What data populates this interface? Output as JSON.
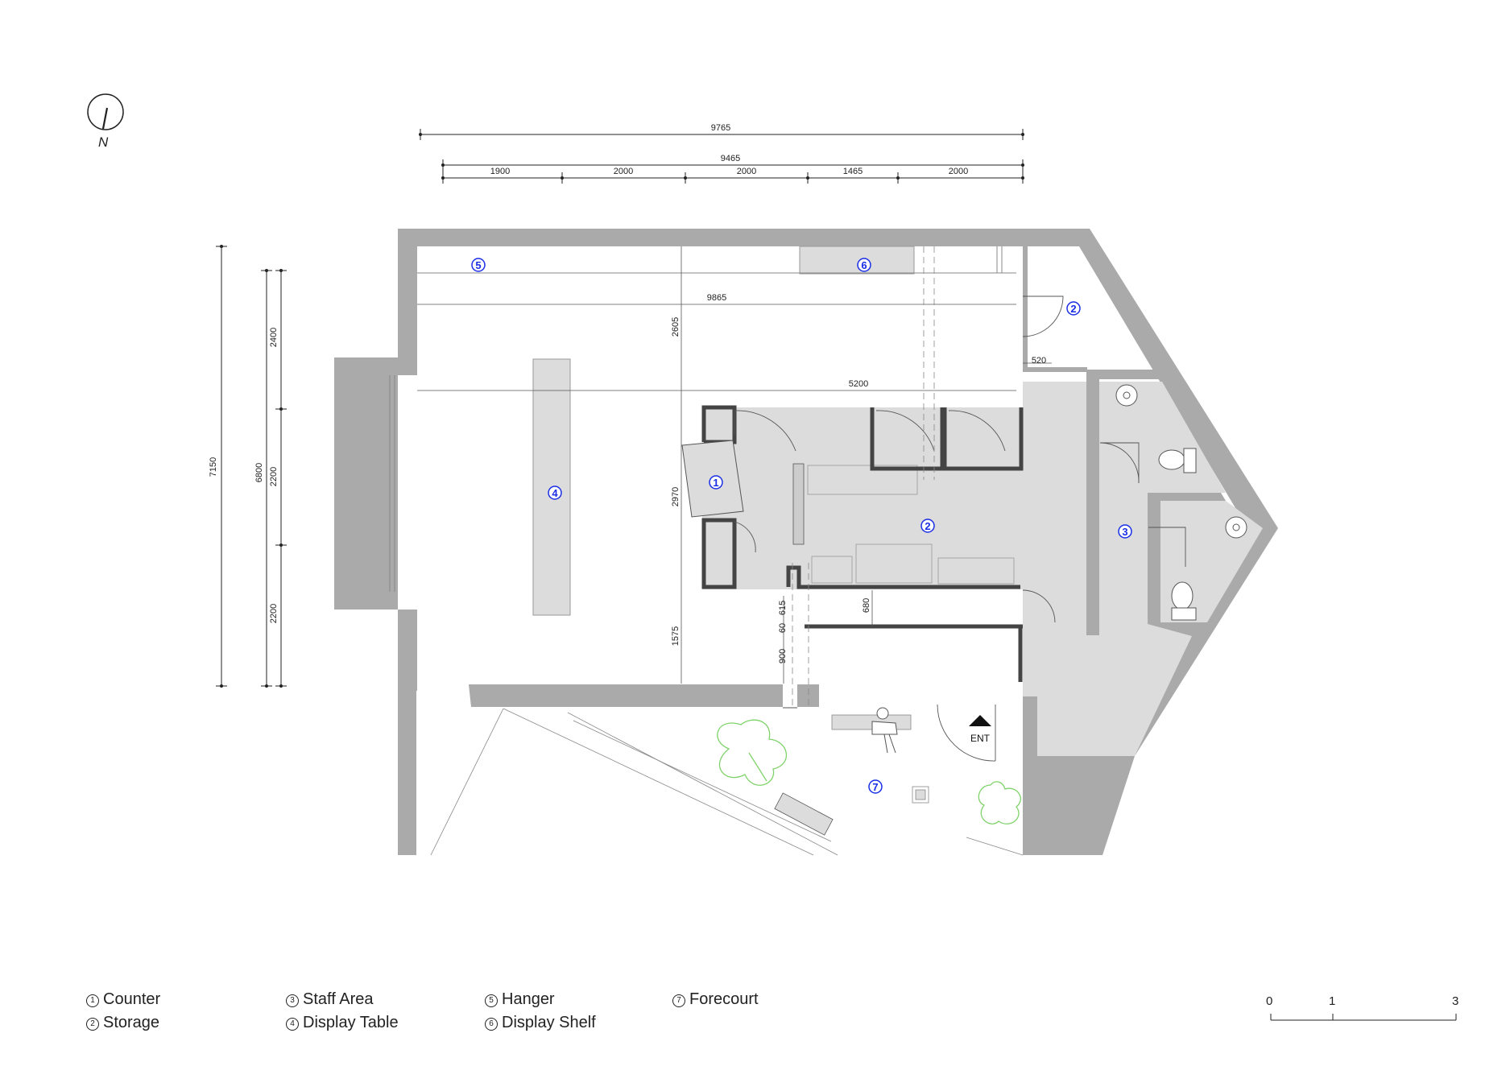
{
  "north": {
    "label": "N"
  },
  "dimensions": {
    "top_total": "9765",
    "top_inner": "9465",
    "top_segments": [
      "1900",
      "2000",
      "2000",
      "1465",
      "2000"
    ],
    "left_total": "7150",
    "left_inner": "6800",
    "left_segments": [
      "2400",
      "2200",
      "2200"
    ],
    "interior_9865": "9865",
    "interior_5200": "5200",
    "interior_2605": "2605",
    "interior_2970": "2970",
    "interior_1575": "1575",
    "interior_615": "615",
    "interior_60": "60",
    "interior_900": "900",
    "interior_680": "680",
    "interior_520": "520"
  },
  "tags": {
    "t1": "1",
    "t2a": "2",
    "t2b": "2",
    "t3": "3",
    "t4": "4",
    "t5": "5",
    "t6": "6",
    "t7": "7"
  },
  "entrance": {
    "label": "ENT"
  },
  "legend": [
    {
      "num": "1",
      "label": "Counter"
    },
    {
      "num": "2",
      "label": "Storage"
    },
    {
      "num": "3",
      "label": "Staff Area"
    },
    {
      "num": "4",
      "label": "Display Table"
    },
    {
      "num": "5",
      "label": "Hanger"
    },
    {
      "num": "6",
      "label": "Display Shelf"
    },
    {
      "num": "7",
      "label": "Forecourt"
    }
  ],
  "scale": {
    "labels": [
      "0",
      "1",
      "3"
    ]
  },
  "colors": {
    "wall": "#aaaaaa",
    "floor_grey": "#dcdcdc",
    "tag_blue": "#1a2ee6",
    "tree": "#7fd36a"
  }
}
